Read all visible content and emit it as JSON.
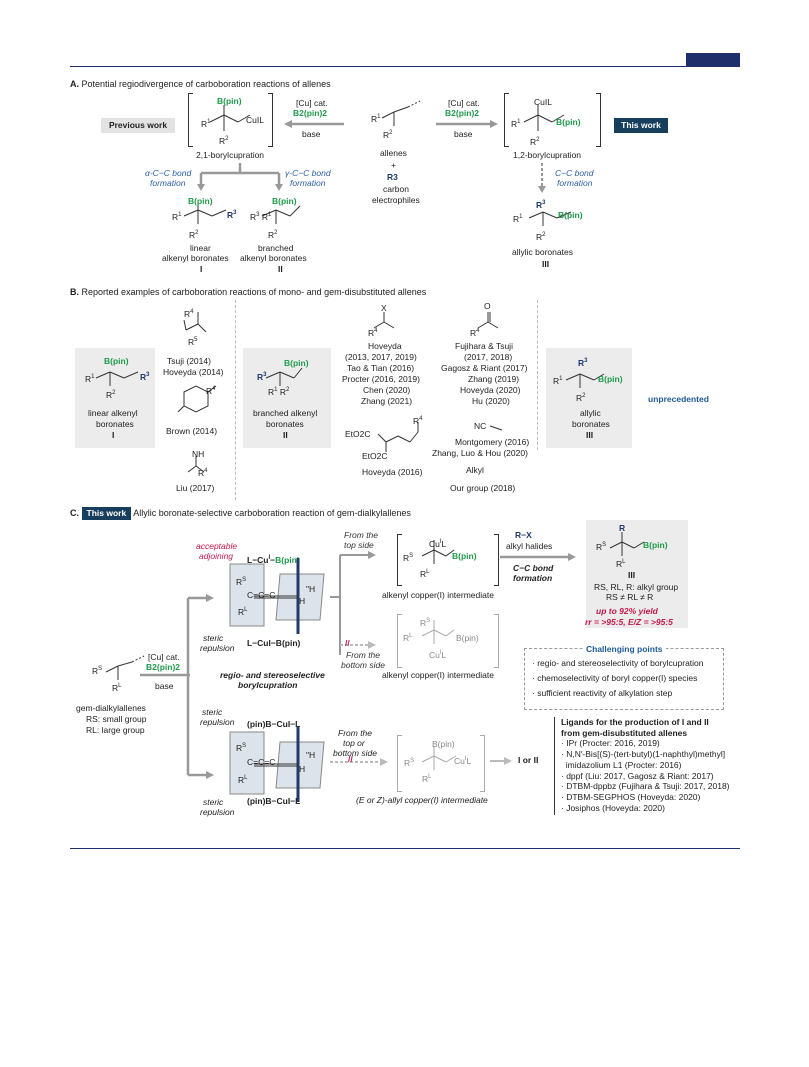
{
  "sectionA": {
    "label": "A.",
    "title": "Potential regiodivergence of carboboration reactions of allenes",
    "previous_work": "Previous work",
    "this_work": "This work",
    "cond_left": [
      "[Cu] cat.",
      "B2(pin)2",
      "base"
    ],
    "cond_right": [
      "[Cu] cat.",
      "B2(pin)2",
      "base"
    ],
    "left_intermediate": "2,1-borylcupration",
    "right_intermediate": "1,2-borylcupration",
    "center": [
      "allenes",
      "+",
      "R3",
      "carbon",
      "electrophiles"
    ],
    "alpha_formation": [
      "α-C−C bond",
      "formation"
    ],
    "gamma_formation": [
      "γ-C−C bond",
      "formation"
    ],
    "cc_formation": [
      "C−C bond",
      "formation"
    ],
    "product_I": [
      "linear",
      "alkenyl boronates",
      "I"
    ],
    "product_II": [
      "branched",
      "alkenyl boronates",
      "II"
    ],
    "product_III": [
      "allylic boronates",
      "III"
    ],
    "bpin": "B(pin)",
    "cul": "CuIL"
  },
  "sectionB": {
    "label": "B.",
    "title": "Reported examples of carboboration reactions of mono- and gem-disubstituted allenes",
    "panel_I": [
      "linear alkenyl",
      "boronates",
      "I"
    ],
    "panel_II": [
      "branched alkenyl",
      "boronates",
      "II"
    ],
    "panel_III": [
      "allylic",
      "boronates",
      "III"
    ],
    "unprecedented": "unprecedented",
    "refs_col1a": [
      "Tsuji (2014)",
      "Hoveyda (2014)"
    ],
    "refs_col1b": "Brown (2014)",
    "refs_col1c": "Liu (2017)",
    "refs_col2a": [
      "Hoveyda",
      "(2013, 2017, 2019)",
      "Tao & Tian (2016)",
      "Procter (2016, 2019)",
      "Chen (2020)",
      "Zhang (2021)"
    ],
    "refs_col2b": "Hoveyda (2016)",
    "refs_col3a": [
      "Fujihara & Tsuji",
      "(2017, 2018)",
      "Gagosz & Riant (2017)",
      "Zhang (2019)",
      "Hoveyda (2020)",
      "Hu (2020)"
    ],
    "refs_col3b": [
      "Montgomery (2016)",
      "Zhang, Luo & Hou (2020)"
    ],
    "refs_col3c": "Our group (2018)",
    "ester1": "EtO2C",
    "ester2": "EtO2C",
    "nc": "NC",
    "alkyl": "Alkyl"
  },
  "sectionC": {
    "label": "C.",
    "tag": "This work",
    "title": "Allylic boronate-selective carboboration reaction of gem-dialkylallenes",
    "acceptable": [
      "acceptable",
      "adjoining"
    ],
    "lcub1": "L−CuI−B(pin)",
    "lcub2": "L−CuI−B(pin)",
    "steric1": [
      "steric",
      "repulsion"
    ],
    "regio": [
      "regio- and stereoselective",
      "borylcupration"
    ],
    "steric2": [
      "steric",
      "repulsion"
    ],
    "steric3": [
      "steric",
      "repulsion"
    ],
    "pincul1": "(pin)B−CuI−L",
    "pincul2": "(pin)B−CuI−L",
    "cond": [
      "[Cu] cat.",
      "B2(pin)2",
      "base"
    ],
    "start": [
      "gem-dialkylallenes",
      "RS: small group",
      "RL: large group"
    ],
    "from_top": [
      "From the",
      "top side"
    ],
    "from_bottom": [
      "From the",
      "bottom side"
    ],
    "from_topbottom": [
      "From the",
      "top or",
      "bottom side"
    ],
    "rx": [
      "R−X",
      "alkyl halides"
    ],
    "ccbond": [
      "C−C bond",
      "formation"
    ],
    "int1": "alkenyl copper(I) intermediate",
    "int2": "alkenyl copper(I) intermediate",
    "int3": "(E or Z)-allyl copper(I) intermediate",
    "product": [
      "III",
      "RS, RL, R: alkyl group",
      "RS ≠ RL ≠ R"
    ],
    "yield": [
      "up to 92% yield",
      "rr = >95:5, E/Z = >95:5"
    ],
    "i_or_ii": "I or II",
    "challenging_title": "Challenging points",
    "challenging": [
      "regio- and stereoselectivity of borylcupration",
      "chemoselectivity of boryl copper(I) species",
      "sufficient reactivity of alkylation step"
    ],
    "ligands_title": [
      "Ligands for the production of I and II",
      "from gem-disubstituted allenes"
    ],
    "ligands": [
      "IPr (Procter: 2016, 2019)",
      "N,N′-Bis[(S)-(tert-butyl)(1-naphthyl)methyl]",
      "imidazolium L1 (Procter: 2016)",
      "dppf (Liu: 2017, Gagosz & Riant: 2017)",
      "DTBM-dppbz (Fujihara & Tsuji: 2017, 2018)",
      "DTBM-SEGPHOS (Hoveyda: 2020)",
      "Josiphos (Hoveyda: 2020)"
    ]
  }
}
